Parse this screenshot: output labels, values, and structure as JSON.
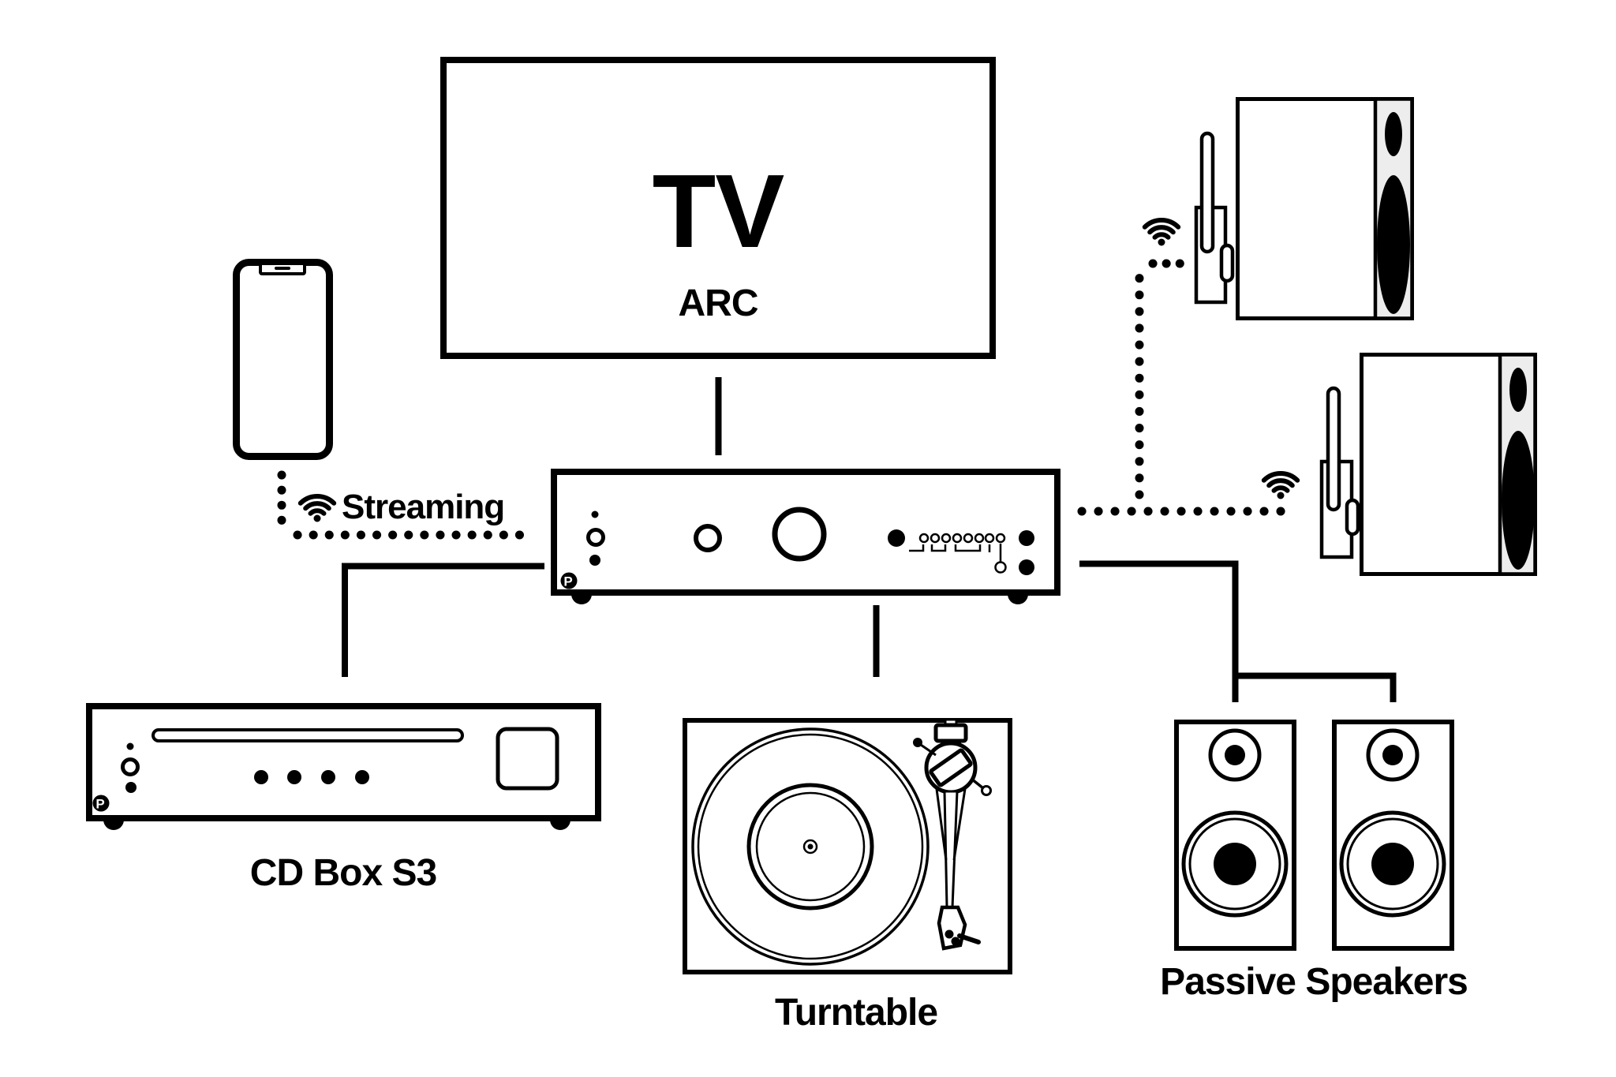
{
  "colors": {
    "ink": "#000000",
    "paper": "#ffffff",
    "wireless_speaker_panel": "#ededed"
  },
  "brand": {
    "logo_letter": "P"
  },
  "labels": {
    "tv": "TV",
    "tv_connection": "ARC",
    "streaming": "Streaming",
    "cd_player": "CD Box S3",
    "turntable": "Turntable",
    "passive_speakers": "Passive Speakers"
  },
  "icons": {
    "wifi": "wifi-icon"
  }
}
